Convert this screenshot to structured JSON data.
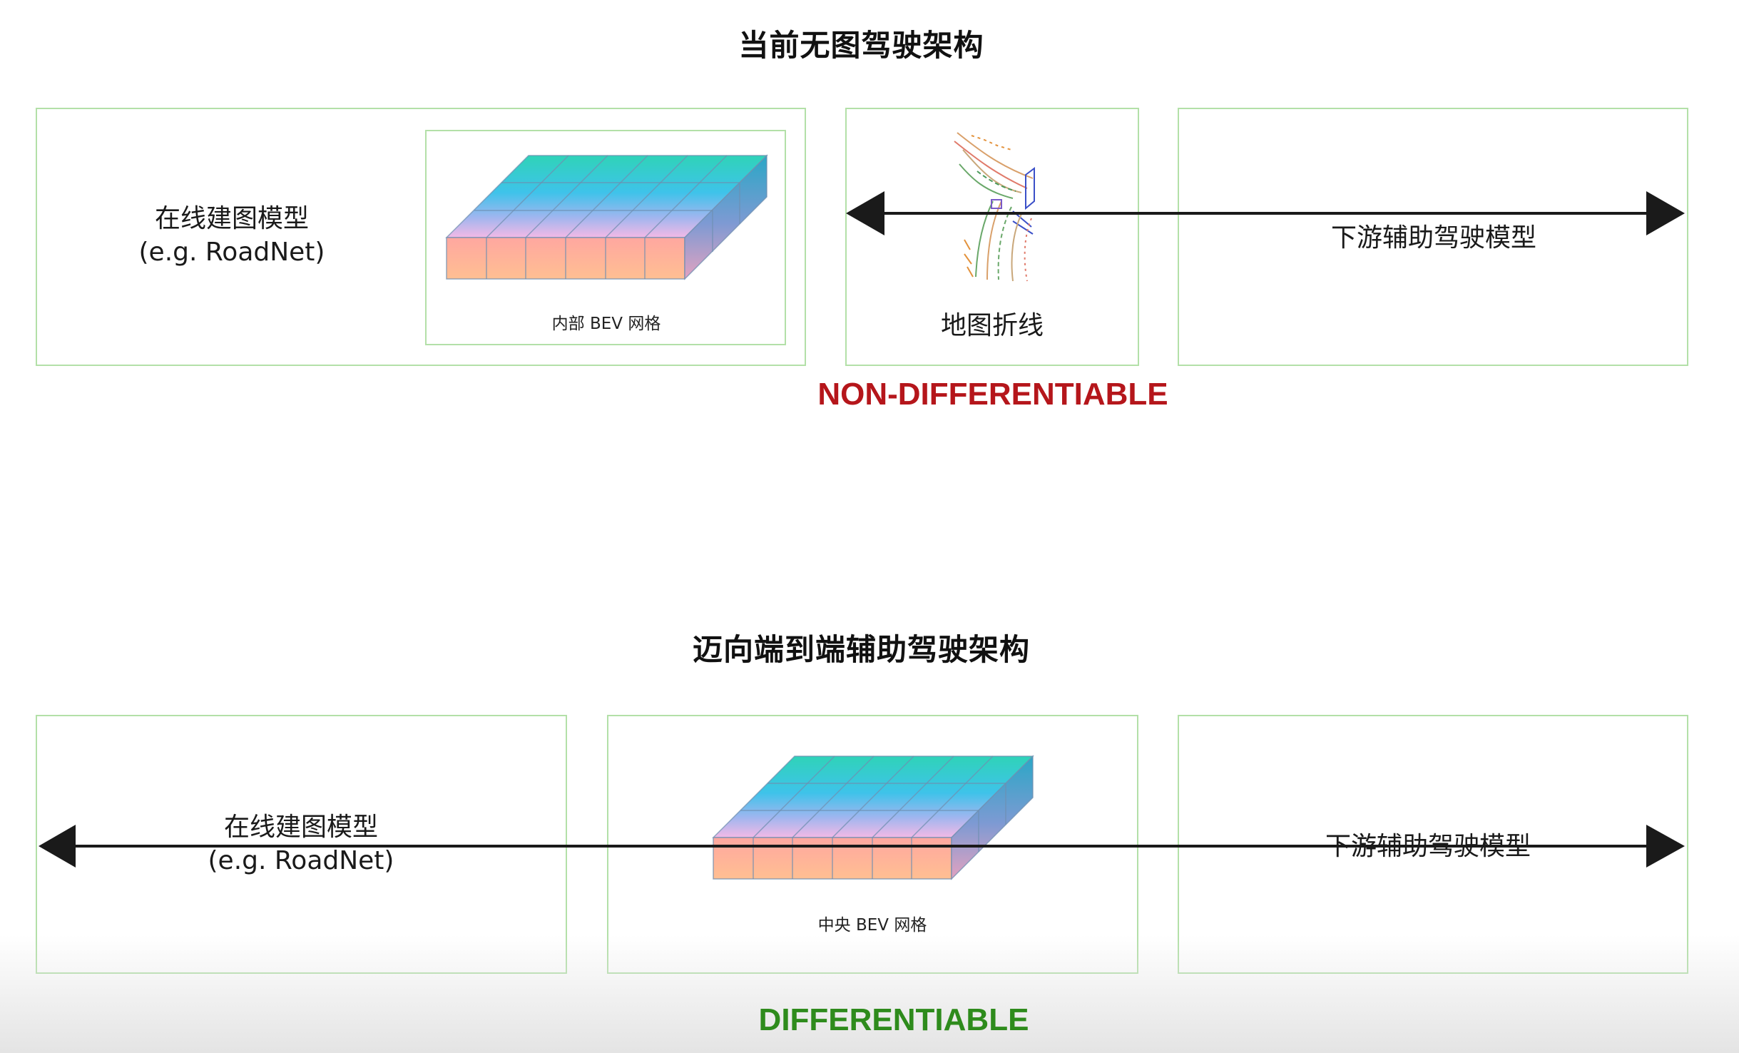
{
  "top": {
    "title": "当前无图驾驶架构",
    "left_box": {
      "label_line1": "在线建图模型",
      "label_line2": "(e.g. RoadNet)",
      "grid_caption": "内部 BEV 网格"
    },
    "middle_box": {
      "caption": "地图折线"
    },
    "right_box": {
      "label": "下游辅助驾驶模型"
    },
    "status": "NON-DIFFERENTIABLE"
  },
  "bottom": {
    "title": "迈向端到端辅助驾驶架构",
    "left_box": {
      "label_line1": "在线建图模型",
      "label_line2": "(e.g. RoadNet)"
    },
    "middle_box": {
      "grid_caption": "中央 BEV 网格"
    },
    "right_box": {
      "label": "下游辅助驾驶模型"
    },
    "status": "DIFFERENTIABLE"
  },
  "colors": {
    "box_border": "#b3e0a8",
    "non_differentiable": "#b5161b",
    "differentiable": "#2e8b1c",
    "arrow": "#1a1a1a"
  },
  "icons": {
    "grid": "bev-grid-icon",
    "polyline": "map-polyline-icon"
  }
}
